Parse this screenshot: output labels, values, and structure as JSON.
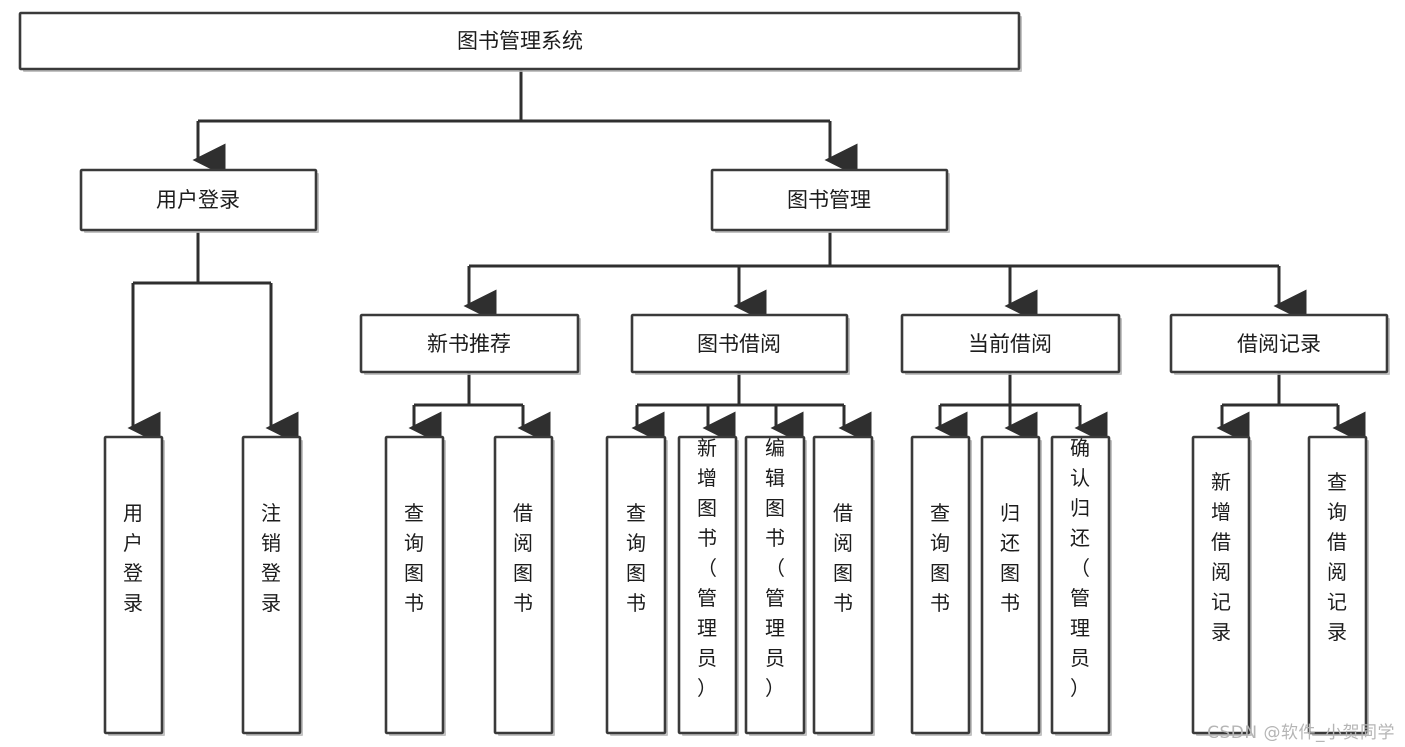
{
  "diagram": {
    "type": "hierarchy-tree",
    "title": "图书管理系统",
    "watermark": "CSDN @软件_小贺同学",
    "colors": {
      "background": "#ffffff",
      "box_fill": "#ffffff",
      "box_stroke": "#3a3a3a",
      "connector": "#2f2f2f",
      "text": "#1c1c1c",
      "watermark": "#b5b5b5"
    },
    "levels": [
      {
        "level": 1,
        "nodes": [
          {
            "id": "root",
            "label": "图书管理系统",
            "orientation": "horizontal"
          }
        ]
      },
      {
        "level": 2,
        "nodes": [
          {
            "id": "login",
            "label": "用户登录",
            "orientation": "horizontal",
            "parent": "root"
          },
          {
            "id": "bookmgmt",
            "label": "图书管理",
            "orientation": "horizontal",
            "parent": "root"
          }
        ]
      },
      {
        "level": 3,
        "nodes": [
          {
            "id": "newbook",
            "label": "新书推荐",
            "orientation": "horizontal",
            "parent": "bookmgmt"
          },
          {
            "id": "borrow",
            "label": "图书借阅",
            "orientation": "horizontal",
            "parent": "bookmgmt"
          },
          {
            "id": "current",
            "label": "当前借阅",
            "orientation": "horizontal",
            "parent": "bookmgmt"
          },
          {
            "id": "records",
            "label": "借阅记录",
            "orientation": "horizontal",
            "parent": "bookmgmt"
          }
        ]
      },
      {
        "level": 4,
        "nodes": [
          {
            "id": "leaf-1",
            "label": "用户登录",
            "orientation": "vertical",
            "parent": "login"
          },
          {
            "id": "leaf-2",
            "label": "注销登录",
            "orientation": "vertical",
            "parent": "login"
          },
          {
            "id": "leaf-3",
            "label": "查询图书",
            "orientation": "vertical",
            "parent": "newbook"
          },
          {
            "id": "leaf-4",
            "label": "借阅图书",
            "orientation": "vertical",
            "parent": "newbook"
          },
          {
            "id": "leaf-5",
            "label": "查询图书",
            "orientation": "vertical",
            "parent": "borrow"
          },
          {
            "id": "leaf-6",
            "label": "新增图书（管理员）",
            "orientation": "vertical",
            "parent": "borrow"
          },
          {
            "id": "leaf-7",
            "label": "编辑图书（管理员）",
            "orientation": "vertical",
            "parent": "borrow"
          },
          {
            "id": "leaf-8",
            "label": "借阅图书",
            "orientation": "vertical",
            "parent": "borrow"
          },
          {
            "id": "leaf-9",
            "label": "查询图书",
            "orientation": "vertical",
            "parent": "current"
          },
          {
            "id": "leaf-10",
            "label": "归还图书",
            "orientation": "vertical",
            "parent": "current"
          },
          {
            "id": "leaf-11",
            "label": "确认归还（管理员）",
            "orientation": "vertical",
            "parent": "current"
          },
          {
            "id": "leaf-12",
            "label": "新增借阅记录",
            "orientation": "vertical",
            "parent": "records"
          },
          {
            "id": "leaf-13",
            "label": "查询借阅记录",
            "orientation": "vertical",
            "parent": "records"
          }
        ]
      }
    ]
  }
}
